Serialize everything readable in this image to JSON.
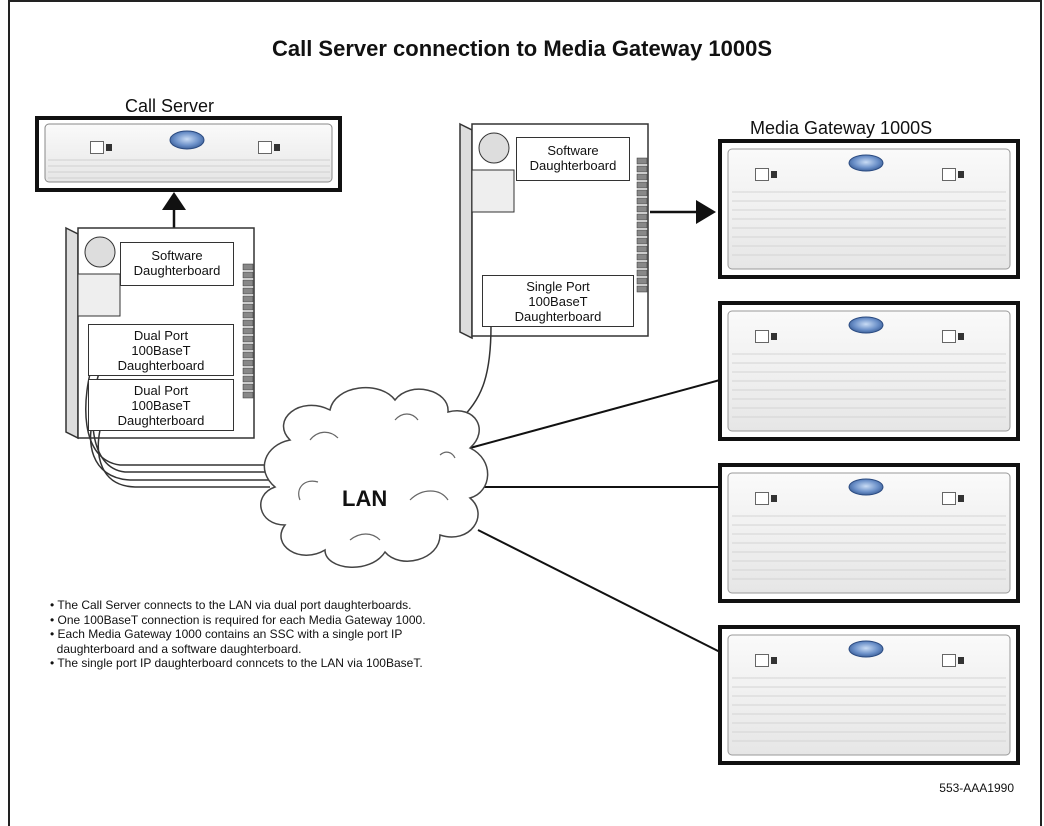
{
  "title": "Call Server connection to Media Gateway 1000S",
  "call_server": {
    "label": "Call Server"
  },
  "media_gateway": {
    "label": "Media Gateway 1000S"
  },
  "call_server_card": {
    "software_db": [
      "Software",
      "Daughterboard"
    ],
    "dual_port_1": [
      "Dual Port",
      "100BaseT",
      "Daughterboard"
    ],
    "dual_port_2": [
      "Dual Port",
      "100BaseT",
      "Daughterboard"
    ]
  },
  "gateway_card": {
    "software_db": [
      "Software",
      "Daughterboard"
    ],
    "single_port": [
      "Single Port",
      "100BaseT",
      "Daughterboard"
    ]
  },
  "lan_label": "LAN",
  "notes": [
    "• The Call Server connects to the LAN via dual port daughterboards.",
    "• One 100BaseT connection is required for each Media Gateway 1000.",
    "• Each Media Gateway 1000 contains an SSC with a single port IP",
    "  daughterboard and a software daughterboard.",
    "• The single port IP daughterboard conncets to the LAN via 100BaseT."
  ],
  "figure_code": "553-AAA1990",
  "colors": {
    "frame": "#222222",
    "chassis_fill": "#f2f2f2",
    "badge": "#6a8fc8"
  }
}
